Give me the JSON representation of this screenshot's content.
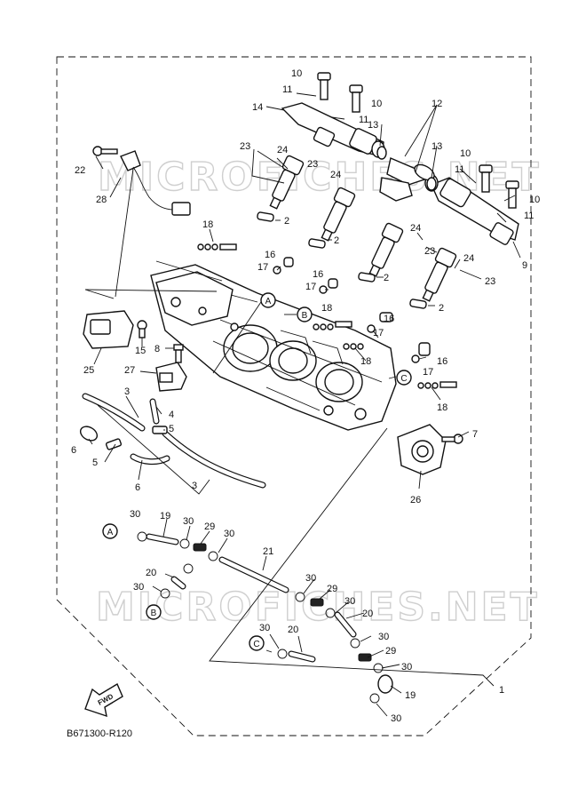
{
  "diagram": {
    "code": "B671300-R120",
    "fwd_label": "FWD",
    "watermark": "MICROFICHES.NET",
    "callouts": [
      {
        "label": "10"
      },
      {
        "label": "11"
      },
      {
        "label": "10"
      },
      {
        "label": "14"
      },
      {
        "label": "11"
      },
      {
        "label": "13"
      },
      {
        "label": "12"
      },
      {
        "label": "13"
      },
      {
        "label": "10"
      },
      {
        "label": "11"
      },
      {
        "label": "10"
      },
      {
        "label": "11"
      },
      {
        "label": "23"
      },
      {
        "label": "24"
      },
      {
        "label": "23"
      },
      {
        "label": "24"
      },
      {
        "label": "22"
      },
      {
        "label": "28"
      },
      {
        "label": "2"
      },
      {
        "label": "2"
      },
      {
        "label": "18"
      },
      {
        "label": "24"
      },
      {
        "label": "23"
      },
      {
        "label": "9"
      },
      {
        "label": "24"
      },
      {
        "label": "23"
      },
      {
        "label": "2"
      },
      {
        "label": "16"
      },
      {
        "label": "17"
      },
      {
        "label": "16"
      },
      {
        "label": "17"
      },
      {
        "label": "2"
      },
      {
        "label": "18"
      },
      {
        "label": "16"
      },
      {
        "label": "17"
      },
      {
        "label": "25"
      },
      {
        "label": "15"
      },
      {
        "label": "8"
      },
      {
        "label": "18"
      },
      {
        "label": "17"
      },
      {
        "label": "16"
      },
      {
        "label": "27"
      },
      {
        "label": "18"
      },
      {
        "label": "3"
      },
      {
        "label": "4"
      },
      {
        "label": "5"
      },
      {
        "label": "6"
      },
      {
        "label": "5"
      },
      {
        "label": "6"
      },
      {
        "label": "7"
      },
      {
        "label": "26"
      },
      {
        "label": "3"
      },
      {
        "label": "30"
      },
      {
        "label": "19"
      },
      {
        "label": "30"
      },
      {
        "label": "29"
      },
      {
        "label": "30"
      },
      {
        "label": "21"
      },
      {
        "label": "20"
      },
      {
        "label": "30"
      },
      {
        "label": "30"
      },
      {
        "label": "29"
      },
      {
        "label": "30"
      },
      {
        "label": "20"
      },
      {
        "label": "30"
      },
      {
        "label": "20"
      },
      {
        "label": "30"
      },
      {
        "label": "29"
      },
      {
        "label": "30"
      },
      {
        "label": "19"
      },
      {
        "label": "30"
      },
      {
        "label": "1"
      }
    ],
    "refs": [
      {
        "letter": "A"
      },
      {
        "letter": "B"
      },
      {
        "letter": "C"
      },
      {
        "letter": "A"
      },
      {
        "letter": "B"
      },
      {
        "letter": "C"
      }
    ]
  }
}
